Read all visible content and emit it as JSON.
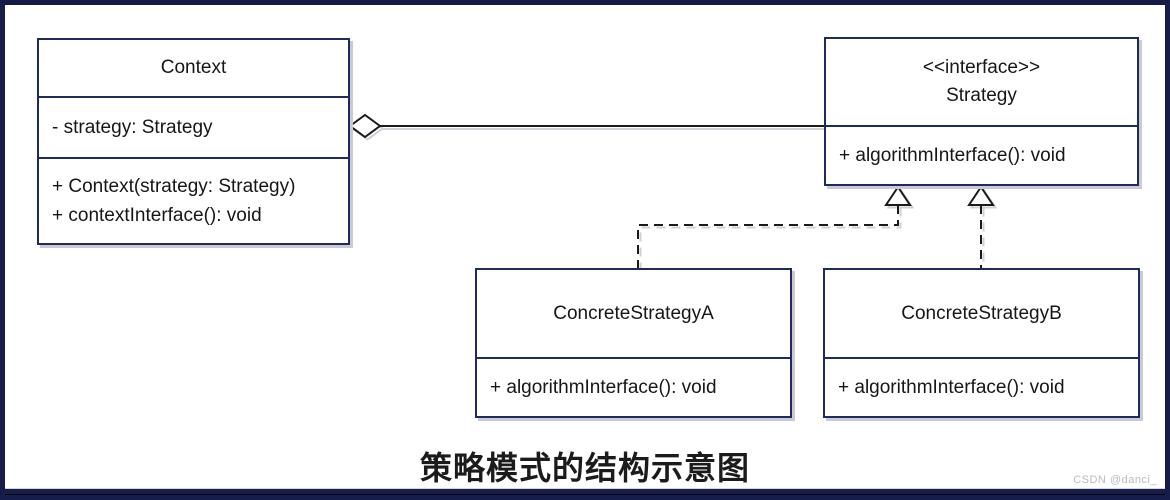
{
  "diagram": {
    "caption": "策略模式的结构示意图",
    "watermark": "CSDN @danci_",
    "classes": {
      "context": {
        "title": "Context",
        "attributes": [
          "- strategy: Strategy"
        ],
        "methods": [
          "+ Context(strategy: Strategy)",
          "+ contextInterface(): void"
        ]
      },
      "strategy": {
        "stereotype": "<<interface>>",
        "title": "Strategy",
        "methods": [
          "+ algorithmInterface(): void"
        ]
      },
      "concrete_a": {
        "title": "ConcreteStrategyA",
        "methods": [
          "+ algorithmInterface(): void"
        ]
      },
      "concrete_b": {
        "title": "ConcreteStrategyB",
        "methods": [
          "+ algorithmInterface(): void"
        ]
      }
    },
    "relationships": [
      {
        "type": "aggregation",
        "from": "Context",
        "to": "Strategy"
      },
      {
        "type": "realization",
        "from": "ConcreteStrategyA",
        "to": "Strategy"
      },
      {
        "type": "realization",
        "from": "ConcreteStrategyB",
        "to": "Strategy"
      }
    ],
    "colors": {
      "frame": "#161d4a",
      "box_border": "#1d2b5d",
      "line": "#1a1a1a",
      "shadow": "#c9cad3",
      "text": "#161616",
      "watermark": "#b7bbc4"
    }
  }
}
